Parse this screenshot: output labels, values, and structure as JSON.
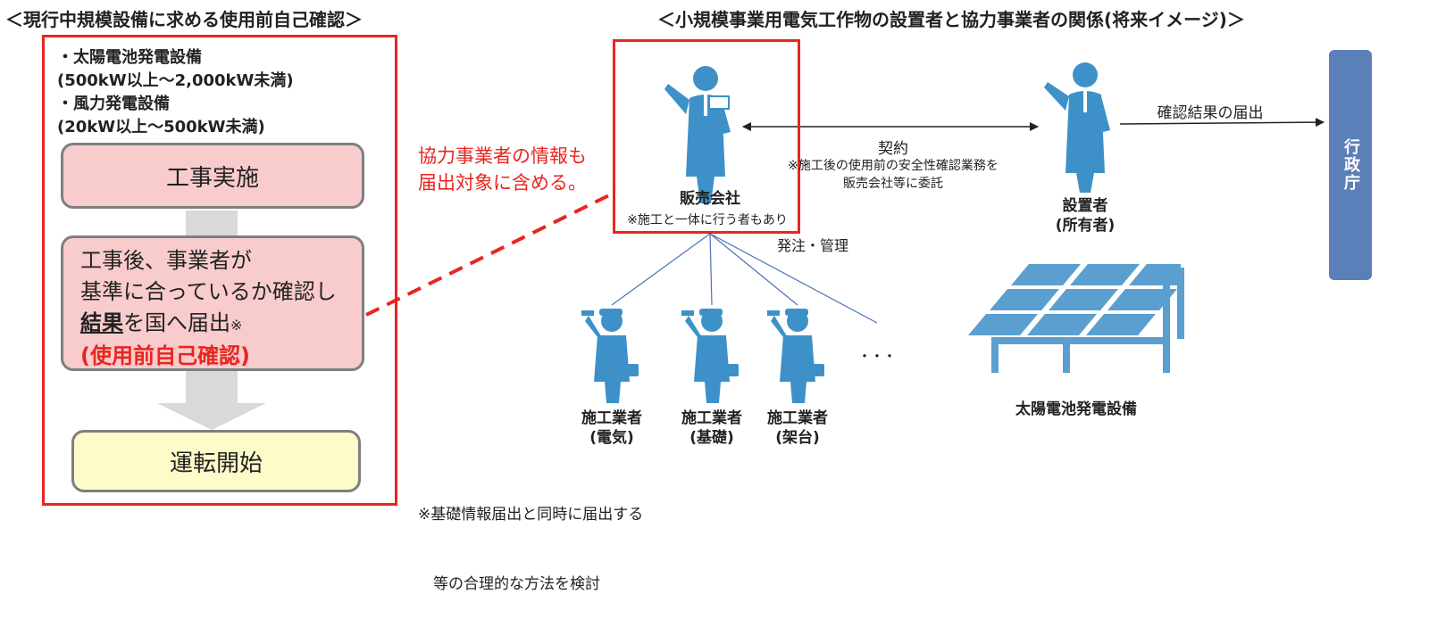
{
  "left": {
    "title": "＜現行中規模設備に求める使用前自己確認＞",
    "scope": [
      "・太陽電池発電設備",
      "(500kW以上～2,000kW未満)",
      "・風力発電設備",
      "(20kW以上～500kW未満)"
    ],
    "step1": "工事実施",
    "step2_line1": "工事後、事業者が",
    "step2_line2": "基準に合っているか確認し",
    "step2_bold": "結果",
    "step2_line3_rest": "を国へ届出",
    "step2_note_mark": "※",
    "step2_line4": "(使用前自己確認)",
    "step3": "運転開始"
  },
  "callout": {
    "line1": "協力事業者の情報も",
    "line2": "届出対象に含める。"
  },
  "right": {
    "title": "＜小規模事業用電気工作物の設置者と協力事業者の関係(将来イメージ)＞",
    "seller_label": "販売会社",
    "seller_note": "※施工と一体に行う者もあり",
    "contract_label": "契約",
    "contract_note_line1": "※施工後の使用前の安全性確認業務を",
    "contract_note_line2": "販売会社等に委託",
    "owner_label_line1": "設置者",
    "owner_label_line2": "(所有者)",
    "report_label": "確認結果の届出",
    "gov_label": "行政庁",
    "order_label": "発注・管理",
    "workers": [
      {
        "line1": "施工業者",
        "line2": "(電気)"
      },
      {
        "line1": "施工業者",
        "line2": "(基礎)"
      },
      {
        "line1": "施工業者",
        "line2": "(架台)"
      }
    ],
    "ellipsis": "・・・",
    "solar_label": "太陽電池発電設備",
    "bottom_note_line1": "※基礎情報届出と同時に届出する",
    "bottom_note_line2": "　等の合理的な方法を検討"
  },
  "colors": {
    "accent_red": "#e8261f",
    "person_blue": "#3d91c8",
    "gov_blue": "#5b7fb8",
    "solar_blue": "#5a9fd0",
    "step_pink": "#f8cbcc",
    "step_yellow": "#fdfbc9"
  },
  "icons": {
    "seller": "businessman-icon",
    "owner": "businessman-icon",
    "worker": "worker-with-toolbox-icon",
    "solar": "solar-panel-icon"
  }
}
